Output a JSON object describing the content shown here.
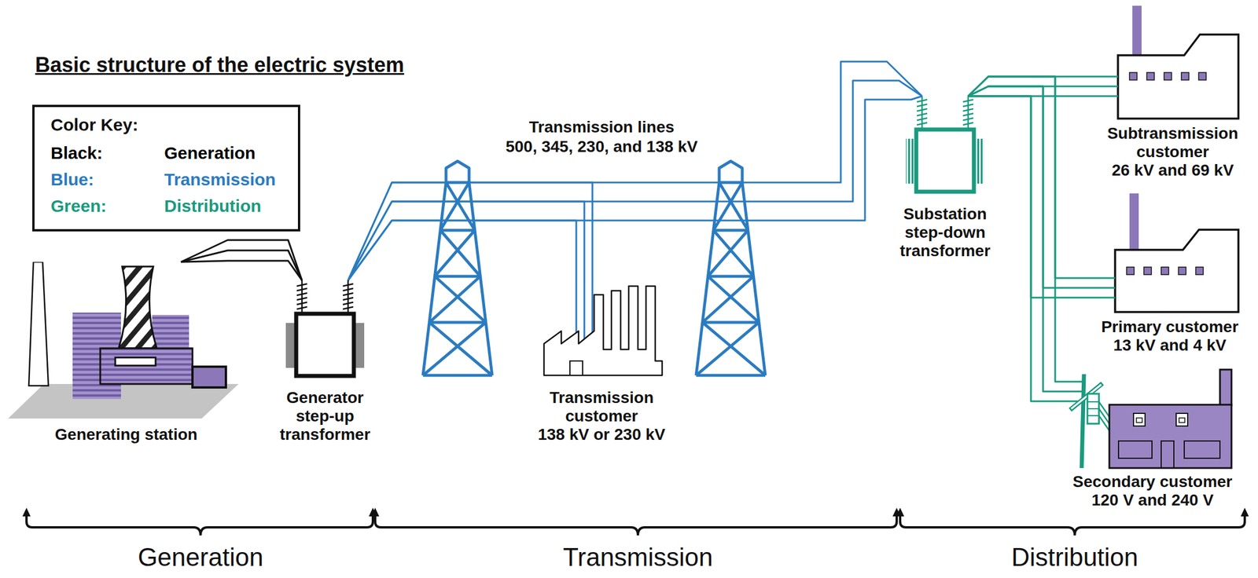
{
  "diagram": {
    "title": "Basic structure of the electric system",
    "nodes": [
      {
        "text": [
          "Generating station"
        ]
      },
      {
        "text": [
          "Generator step-up transformer"
        ]
      },
      {
        "text": [
          "Transmission customer",
          "138 kV or 230 kV"
        ]
      },
      {
        "text": [
          "Substation step-down transformer"
        ]
      },
      {
        "text": [
          "Subtransmission customer",
          "26 kV and 69 kV"
        ]
      },
      {
        "text": [
          "Primary customer",
          "13 kV and 4 kV"
        ]
      },
      {
        "text": [
          "Secondary customer",
          "120 V and 240 V"
        ]
      }
    ],
    "edges": [
      {
        "from": 0,
        "to": 1,
        "arrow": "none"
      },
      {
        "from": 1,
        "to": 2,
        "arrow": "none"
      },
      {
        "from": 1,
        "to": 3,
        "arrow": "none"
      },
      {
        "from": 3,
        "to": 4,
        "arrow": "none"
      },
      {
        "from": 3,
        "to": 5,
        "arrow": "none"
      },
      {
        "from": 3,
        "to": 6,
        "arrow": "none"
      }
    ],
    "labels": [
      "Color Key:",
      "Transmission lines",
      "500, 345, 230, and 138 kV",
      "Generation",
      "Transmission",
      "Distribution"
    ],
    "legend": [
      {
        "text": "Black: Generation",
        "color": "#000000"
      },
      {
        "text": "Blue: Transmission",
        "color": "#2b7bc0"
      },
      {
        "text": "Green: Distribution",
        "color": "#1a9a7f"
      }
    ]
  }
}
